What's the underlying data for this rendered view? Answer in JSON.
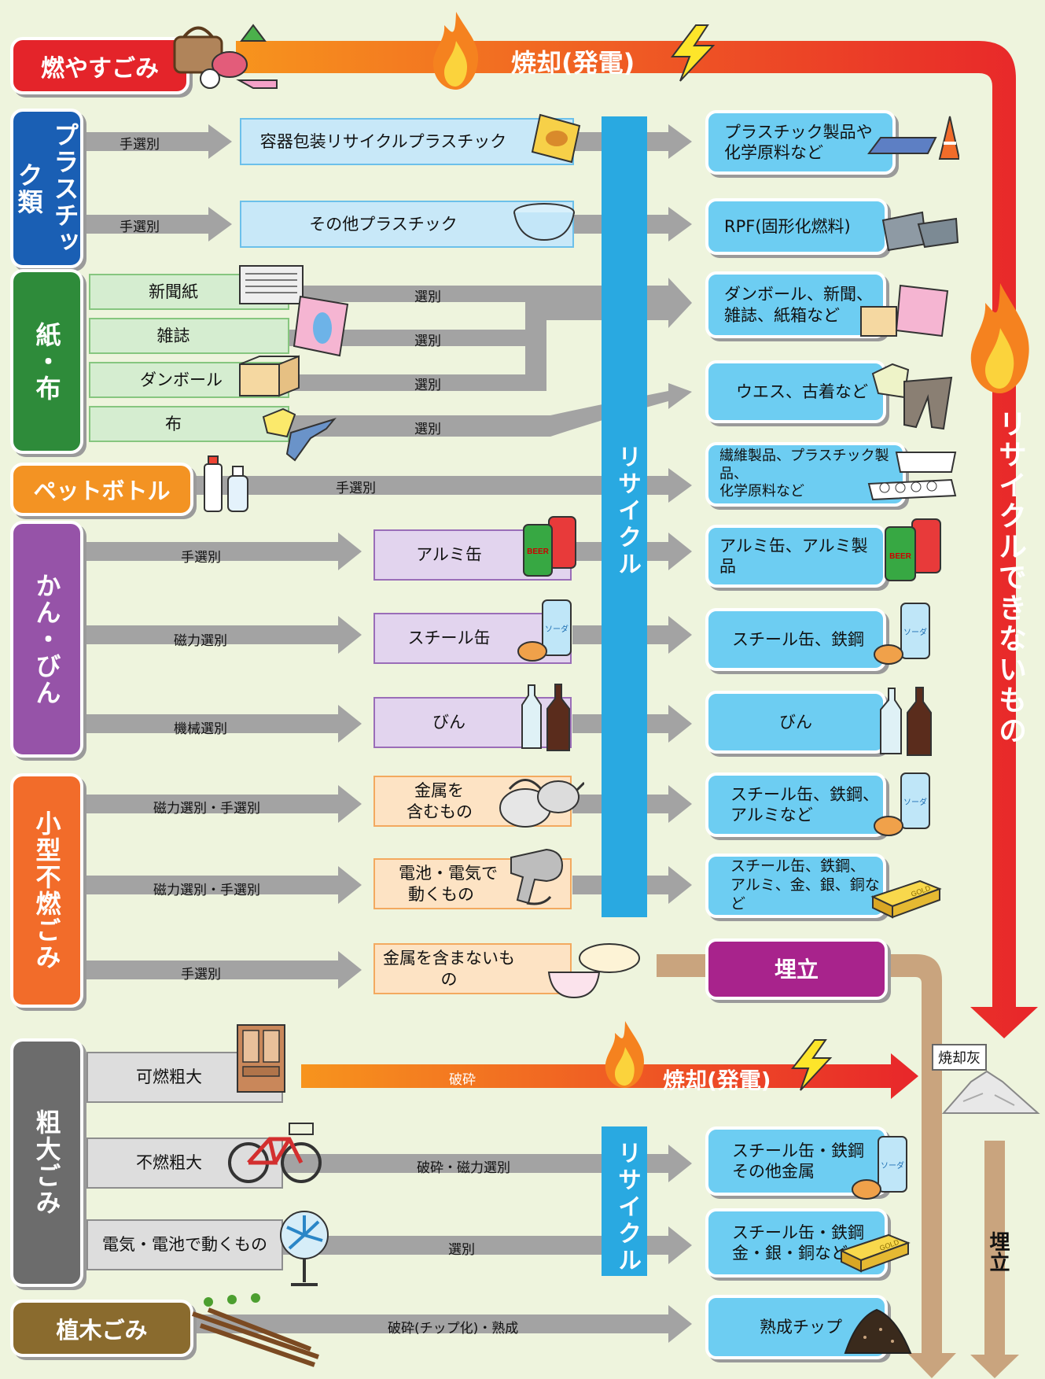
{
  "top": {
    "burnable": "燃やすごみ",
    "incineration": "焼却(発電)"
  },
  "categories": {
    "plastic": "プラスチック類",
    "paper": "紙・布",
    "pet": "ペットボトル",
    "cans": "かん・びん",
    "small": "小型不燃ごみ",
    "bulky": "粗大ごみ",
    "plants": "植木ごみ"
  },
  "middle": {
    "container_plastic": "容器包装リサイクルプラスチック",
    "other_plastic": "その他プラスチック",
    "newspaper": "新聞紙",
    "magazine": "雑誌",
    "cardboard": "ダンボール",
    "cloth": "布",
    "aluminum": "アルミ缶",
    "steel": "スチール缶",
    "bottles": "びん",
    "metal_items_l1": "金属を",
    "metal_items_l2": "含むもの",
    "electric_l1": "電池・電気で",
    "electric_l2": "動くもの",
    "nonmetal": "金属を含まないもの",
    "burnable_bulky": "可燃粗大",
    "nonburnable_bulky": "不燃粗大",
    "electric_bulky": "電気・電池で動くもの"
  },
  "process": {
    "hand": "手選別",
    "sort": "選別",
    "magnetic": "磁力選別",
    "machine": "機械選別",
    "mag_hand": "磁力選別・手選別",
    "crush": "破砕",
    "crush_mag": "破砕・磁力選別",
    "chip": "破砕(チップ化)・熟成",
    "bulky_incineration": "焼却(発電)"
  },
  "recycle_label": "リサイクル",
  "destinations": {
    "d1_l1": "プラスチック製品や",
    "d1_l2": "化学原料など",
    "d2": "RPF(固形化燃料)",
    "d3_l1": "ダンボール、新聞、",
    "d3_l2": "雑誌、紙箱など",
    "d4": "ウエス、古着など",
    "d5_l1": "繊維製品、プラスチック製品、",
    "d5_l2": "化学原料など",
    "d6": "アルミ缶、アルミ製品",
    "d7": "スチール缶、鉄鋼",
    "d8": "びん",
    "d9_l1": "スチール缶、鉄鋼、",
    "d9_l2": "アルミなど",
    "d10_l1": "スチール缶、鉄鋼、",
    "d10_l2": "アルミ、金、銀、銅など",
    "d11_l1": "スチール缶・鉄鋼",
    "d11_l2": "その他金属",
    "d12_l1": "スチール缶・鉄鋼",
    "d12_l2": "金・銀・銅など",
    "d13": "熟成チップ"
  },
  "landfill": "埋立",
  "landfill_vertical": "埋立",
  "ash": "焼却灰",
  "non_recyclable": "リサイクルできないもの",
  "icon_text": {
    "beer": "BEER",
    "soda": "ソーダ",
    "gold": "GOLD"
  },
  "colors": {
    "incineration": "#e8392a",
    "recycle": "#29a9e1",
    "landfill": "#c9a47e",
    "arrow_gray": "#a3a3a3"
  }
}
